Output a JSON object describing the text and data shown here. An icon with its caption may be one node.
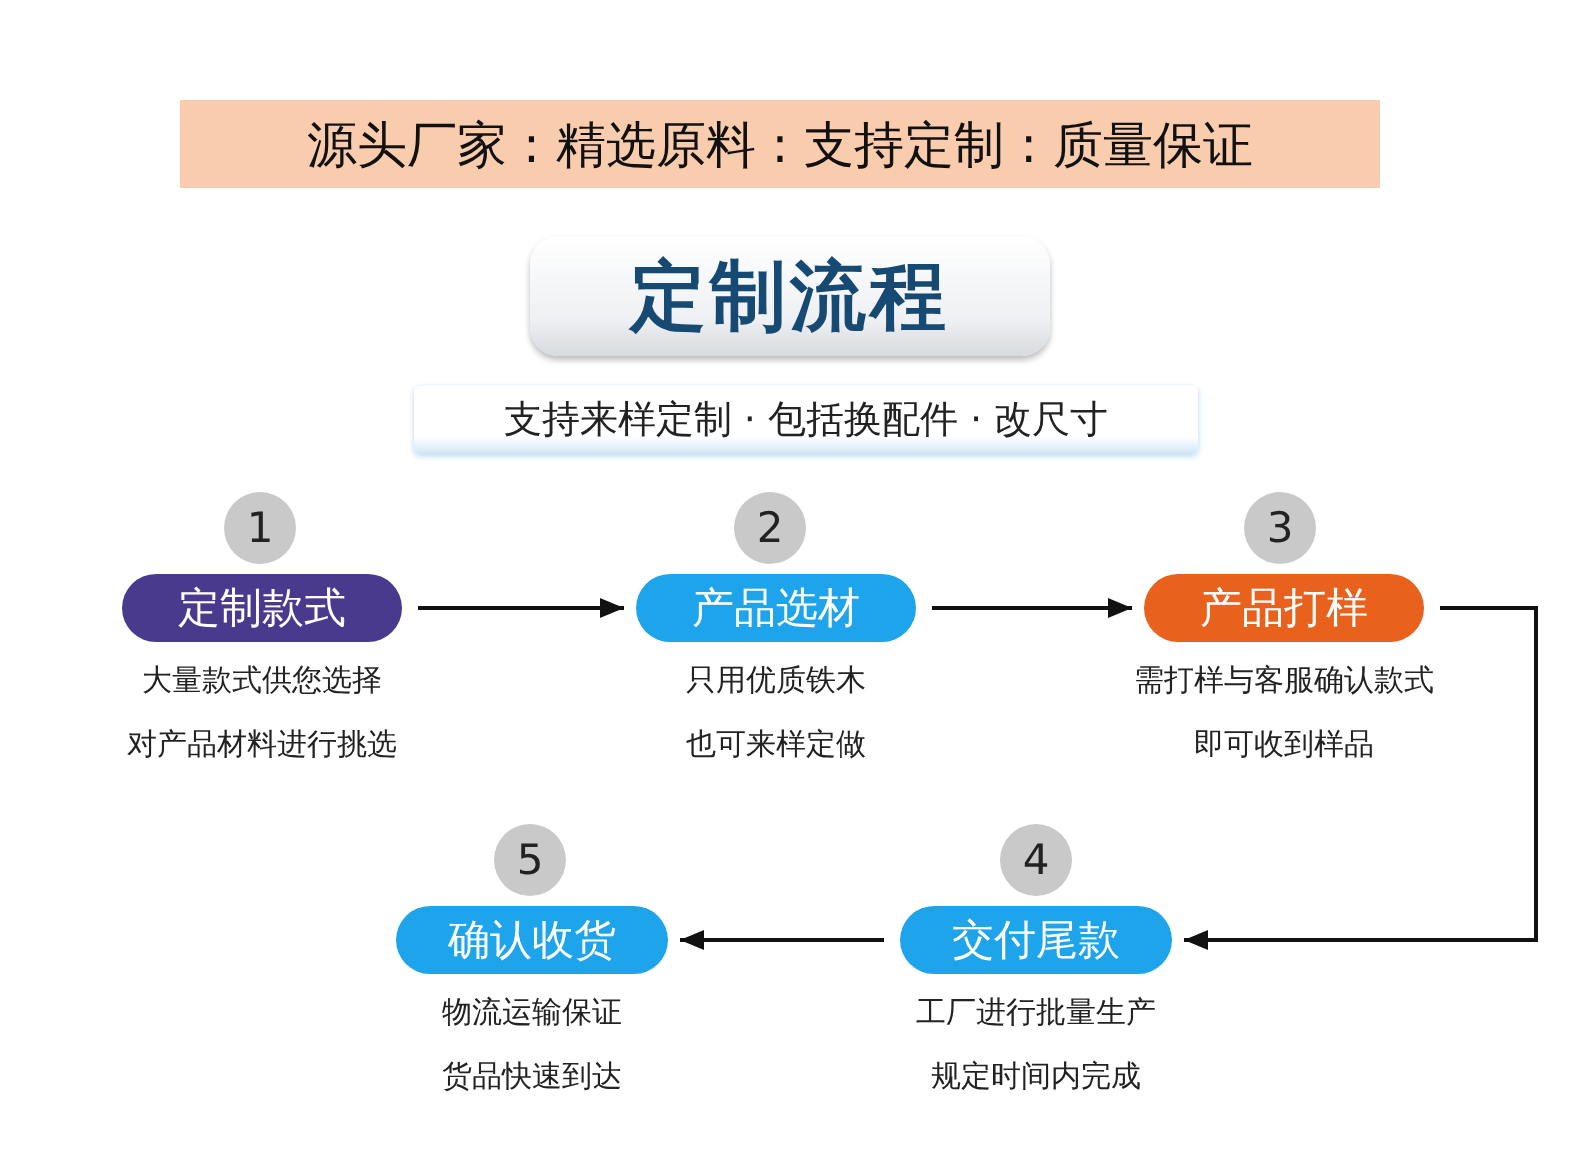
{
  "diagram": {
    "title": "定制流程",
    "nodes": [
      {
        "text": [
          "源头厂家 : 精选原料 : 支持定制 : 质量保证"
        ]
      },
      {
        "text": [
          "支持来样定制 · 包括换配件 · 改尺寸"
        ]
      },
      {
        "text": [
          "1"
        ]
      },
      {
        "text": [
          "定制款式"
        ],
        "beside": [
          "大量款式供您选择",
          "对产品材料进行挑选"
        ]
      },
      {
        "text": [
          "2"
        ]
      },
      {
        "text": [
          "产品选材"
        ],
        "beside": [
          "只用优质铁木",
          "也可来样定做"
        ]
      },
      {
        "text": [
          "3"
        ]
      },
      {
        "text": [
          "产品打样"
        ],
        "beside": [
          "需打样与客服确认款式",
          "即可收到样品"
        ]
      },
      {
        "text": [
          "4"
        ]
      },
      {
        "text": [
          "交付尾款"
        ],
        "beside": [
          "工厂进行批量生产",
          "规定时间内完成"
        ]
      },
      {
        "text": [
          "5"
        ]
      },
      {
        "text": [
          "确认收货"
        ],
        "beside": [
          "物流运输保证",
          "货品快速到达"
        ]
      }
    ],
    "edges": [
      {
        "from": 3,
        "to": 5,
        "arrow": "to"
      },
      {
        "from": 5,
        "to": 7,
        "arrow": "to"
      },
      {
        "from": 7,
        "to": 9,
        "arrow": "to"
      },
      {
        "from": 9,
        "to": 11,
        "arrow": "to"
      }
    ]
  }
}
